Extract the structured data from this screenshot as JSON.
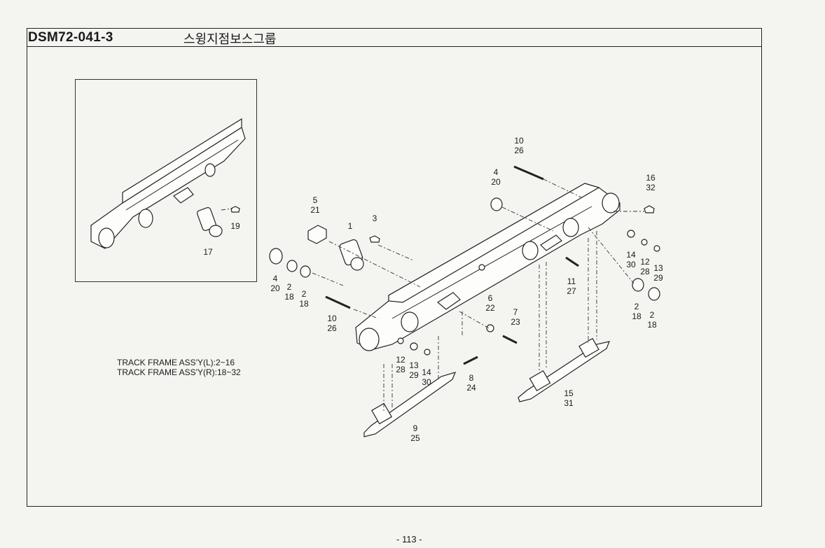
{
  "header": {
    "code": "DSM72-041-3",
    "title_korean": "스윙지점보스그룹"
  },
  "notes": {
    "left": "TRACK FRAME ASS'Y(L):2~16",
    "right": "TRACK FRAME ASS'Y(R):18~32"
  },
  "footer": {
    "page_number": "- 113 -"
  },
  "callouts": [
    {
      "id": "c-10-26-top",
      "lines": [
        "10",
        "26"
      ]
    },
    {
      "id": "c-4-20-top",
      "lines": [
        "4",
        "20"
      ]
    },
    {
      "id": "c-16-32",
      "lines": [
        "16",
        "32"
      ]
    },
    {
      "id": "c-5-21",
      "lines": [
        "5",
        "21"
      ]
    },
    {
      "id": "c-1",
      "lines": [
        "1"
      ]
    },
    {
      "id": "c-3",
      "lines": [
        "3"
      ]
    },
    {
      "id": "c-19",
      "lines": [
        "19"
      ]
    },
    {
      "id": "c-17",
      "lines": [
        "17"
      ]
    },
    {
      "id": "c-4-20-left",
      "lines": [
        "4",
        "20"
      ]
    },
    {
      "id": "c-2-18-a",
      "lines": [
        "2",
        "18"
      ]
    },
    {
      "id": "c-2-18-b",
      "lines": [
        "2",
        "18"
      ]
    },
    {
      "id": "c-14-30-right",
      "lines": [
        "14",
        "30"
      ]
    },
    {
      "id": "c-12-28-right",
      "lines": [
        "12",
        "28"
      ]
    },
    {
      "id": "c-13-29-right",
      "lines": [
        "13",
        "29"
      ]
    },
    {
      "id": "c-11-27",
      "lines": [
        "11",
        "27"
      ]
    },
    {
      "id": "c-2-18-right-a",
      "lines": [
        "2",
        "18"
      ]
    },
    {
      "id": "c-2-18-right-b",
      "lines": [
        "2",
        "18"
      ]
    },
    {
      "id": "c-10-26-left",
      "lines": [
        "10",
        "26"
      ]
    },
    {
      "id": "c-6-22",
      "lines": [
        "6",
        "22"
      ]
    },
    {
      "id": "c-7-23",
      "lines": [
        "7",
        "23"
      ]
    },
    {
      "id": "c-12-28-bottom",
      "lines": [
        "12",
        "28"
      ]
    },
    {
      "id": "c-13-29-bottom",
      "lines": [
        "13",
        "29"
      ]
    },
    {
      "id": "c-14-30-bottom",
      "lines": [
        "14",
        "30"
      ]
    },
    {
      "id": "c-8-24",
      "lines": [
        "8",
        "24"
      ]
    },
    {
      "id": "c-15-31",
      "lines": [
        "15",
        "31"
      ]
    },
    {
      "id": "c-9-25",
      "lines": [
        "9",
        "25"
      ]
    }
  ]
}
